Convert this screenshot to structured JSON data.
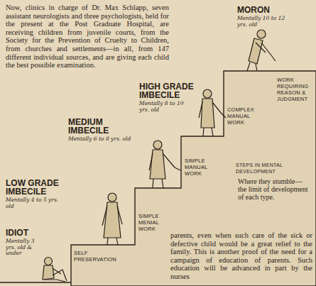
{
  "diagram": {
    "labels": [
      "Now, clinics in charge of Dr. Max Schlapp, seven assistant neurologists and three psychologists, held for the present at the Post Graduate Hospital, are receiving children from juvenile courts, from the Society for the Prevention of Cruelty to Children, from churches and settlements—in all, from 147 different individual sources, and are giving each child the best possible examination.",
      "MORON",
      "Mentally 10 to 12 yrs. old",
      "WORK REQUIRING REASON & JUDGMENT",
      "HIGH GRADE IMBECILE",
      "Mentally 8 to 10 yrs. old",
      "COMPLEX MANUAL WORK",
      "MEDIUM IMBECILE",
      "Mentally 6 to 8 yrs. old",
      "SIMPLE MANUAL WORK",
      "STEPS IN MENTAL DEVELOPMENT",
      "Where they stumble— the limit of development of each type.",
      "LOW GRADE IMBECILE",
      "Mentally 4 to 5 yrs. old",
      "SIMPLE MENIAL WORK",
      "IDIOT",
      "Mentally 3 yrs. old & under",
      "SELF PRESERVATION",
      "parents, even when such care of the sick or defective child would be a great relief to the family. This is another proof of the need for a campaign of education of parents. Such education will be advanced in part by the nurses"
    ]
  }
}
